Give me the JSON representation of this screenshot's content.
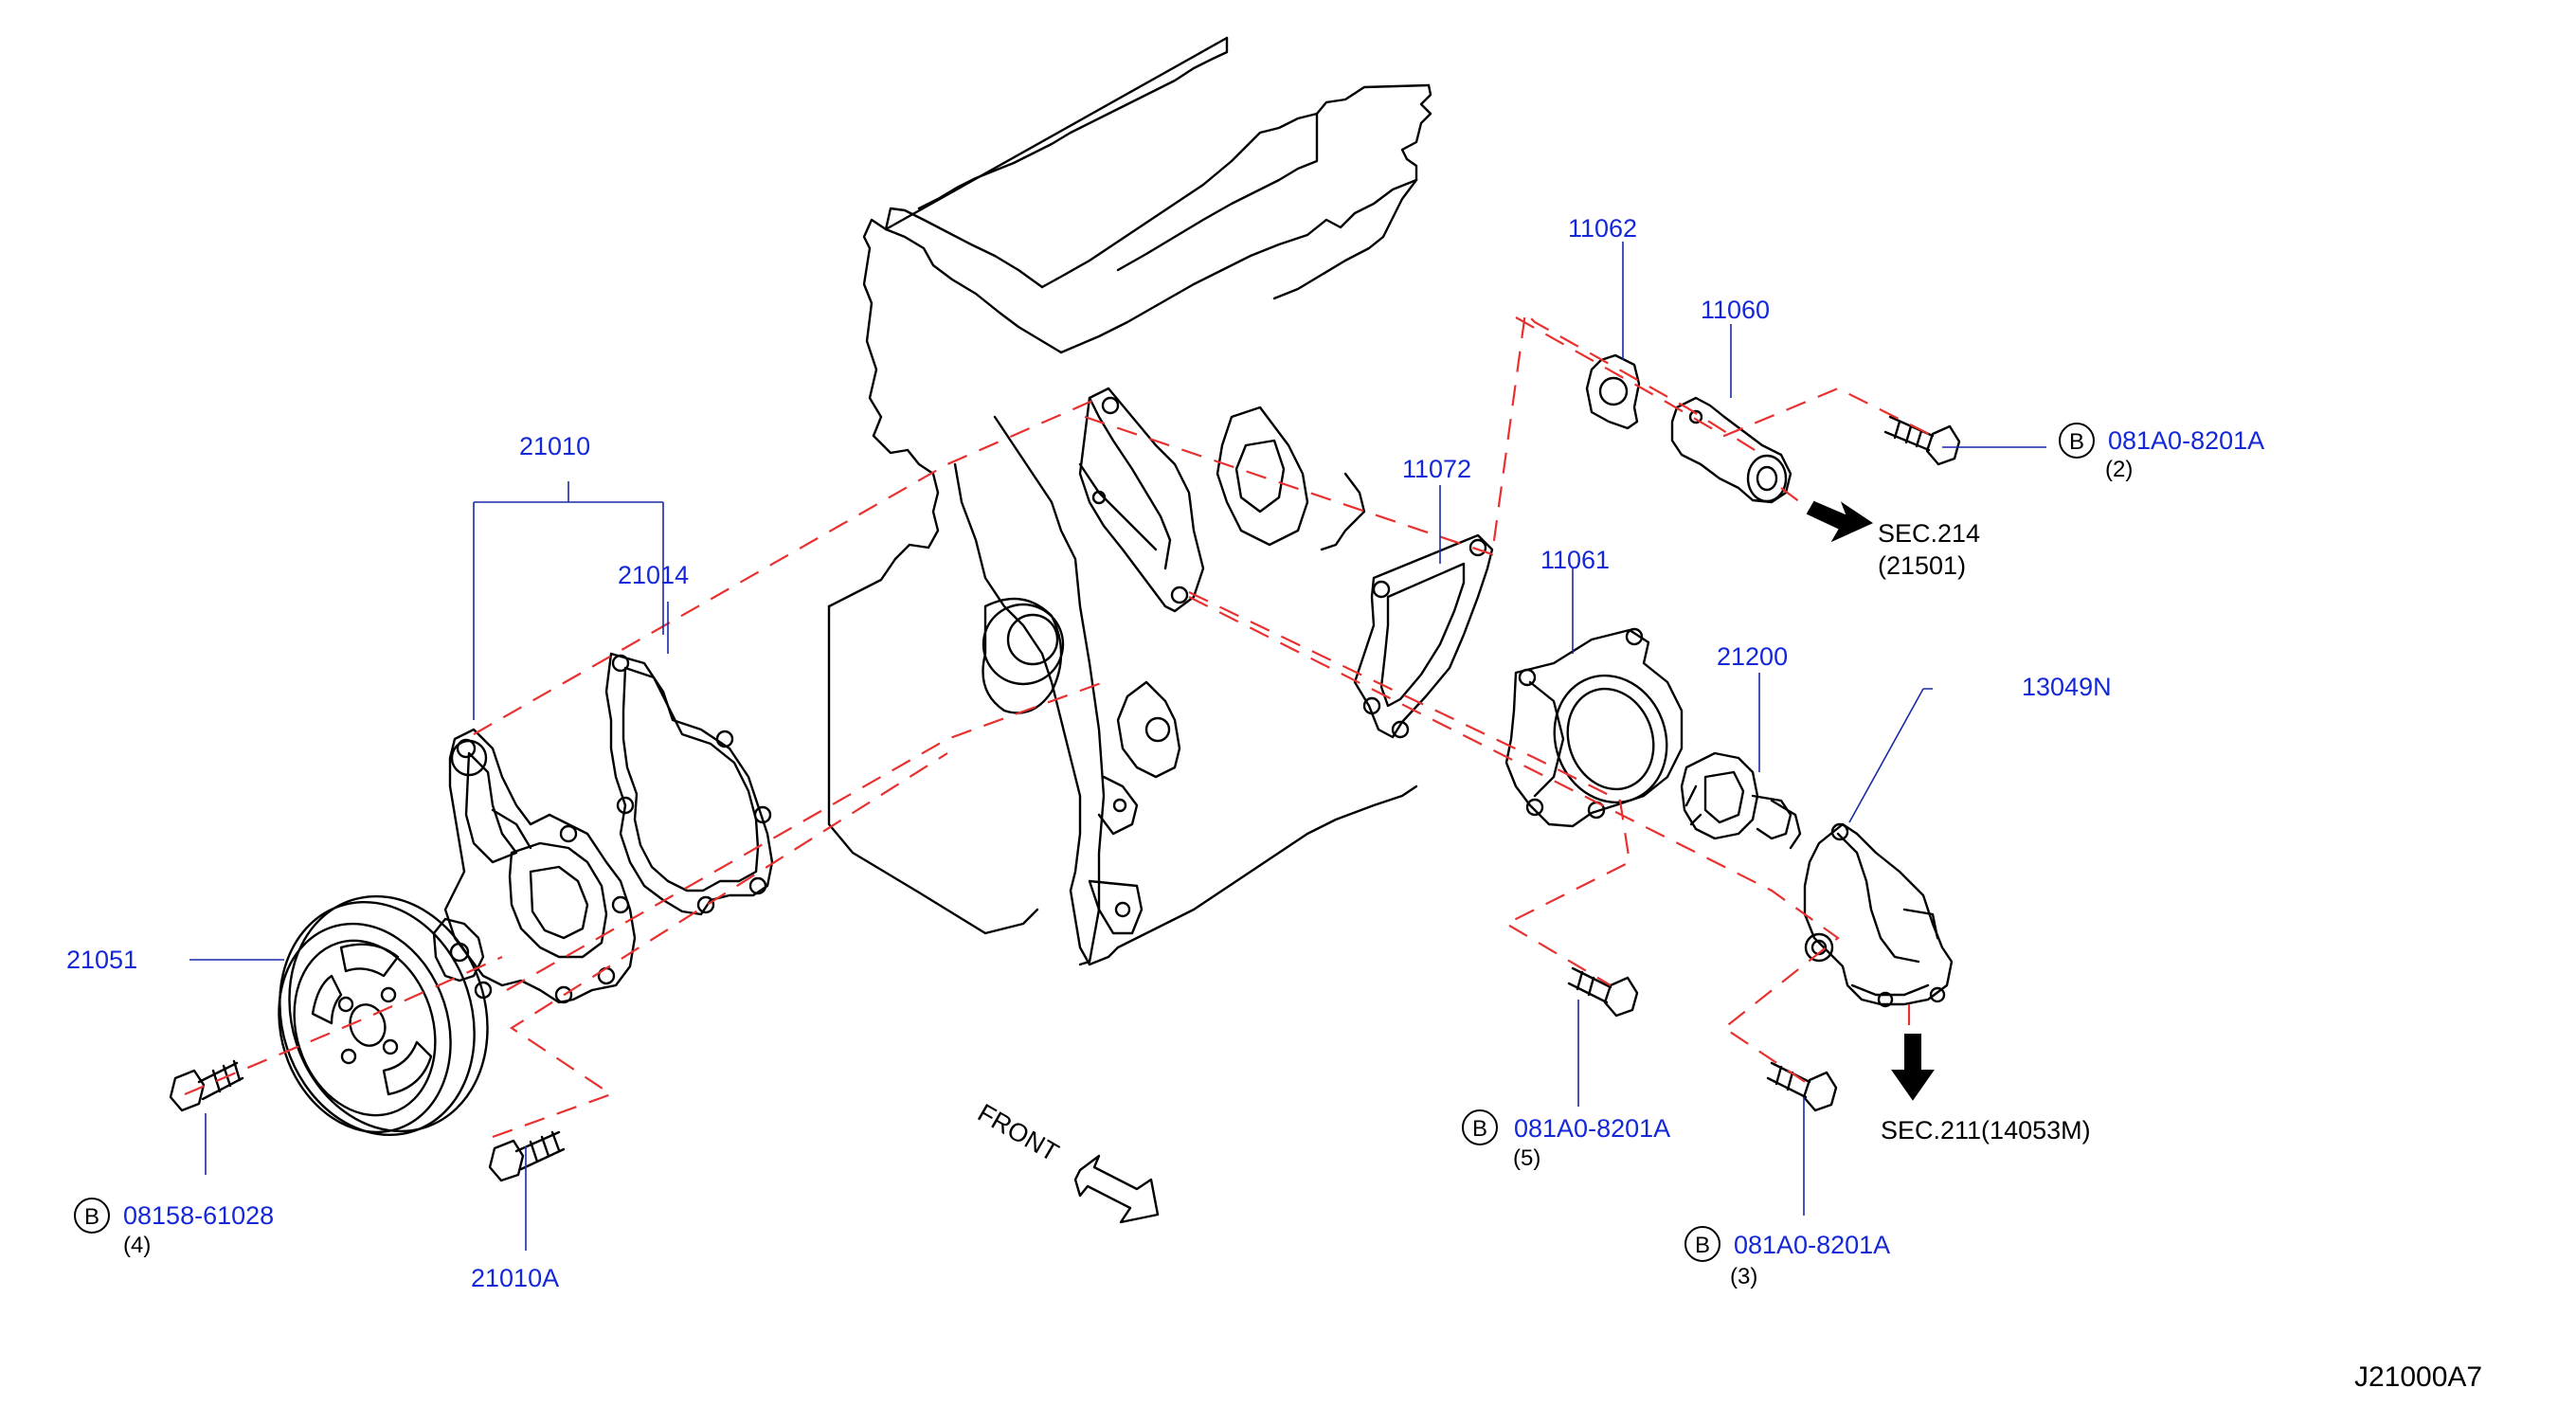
{
  "part_numbers": {
    "p21010": "21010",
    "p21014": "21014",
    "p21051": "21051",
    "p21010A": "21010A",
    "p11062": "11062",
    "p11060": "11060",
    "p11072": "11072",
    "p11061": "11061",
    "p21200": "21200",
    "p13049N": "13049N"
  },
  "bolts": [
    {
      "marker": "B",
      "part": "081A0-8201A",
      "qty": "(2)"
    },
    {
      "marker": "B",
      "part": "08158-61028",
      "qty": "(4)"
    },
    {
      "marker": "B",
      "part": "081A0-8201A",
      "qty": "(5)"
    },
    {
      "marker": "B",
      "part": "081A0-8201A",
      "qty": "(3)"
    }
  ],
  "section_refs": [
    {
      "line1": "SEC.214",
      "line2": "(21501)"
    },
    {
      "line1": "SEC.211(14053M)"
    }
  ],
  "front_label": "FRONT",
  "diagram_code": "J21000A7",
  "colors": {
    "part_number": "#1428d8",
    "leader_line": "#1a2aa6",
    "assembly_line": "#e8302f",
    "drawing": "#000000"
  }
}
